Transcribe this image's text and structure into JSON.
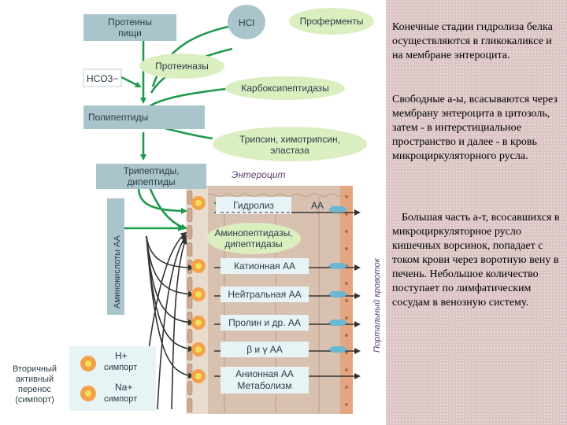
{
  "diagram": {
    "food_proteins": [
      "Протеины",
      "пищи"
    ],
    "hcl": "HCl",
    "proenzymes": "Проферменты",
    "hco3": "HCO3−",
    "proteinases": "Протеиназы",
    "carboxypeptidases": "Карбоксипептидазы",
    "polypeptides": "Полипептиды",
    "trypsin": [
      "Трипсин, химотрипсин,",
      "эластаза"
    ],
    "tripeptides": [
      "Трипептиды,",
      "дипептиды"
    ],
    "enterocyte": "Энтероцит",
    "hydrolysis": "Гидролиз",
    "aa": "АА",
    "aminopeptidases": [
      "Аминопептидазы,",
      "дипептидазы"
    ],
    "amino_acids_side": "Аминокислоты АА",
    "portal_blood": "Портальный кровоток",
    "transporters": [
      "Катионная АА",
      "Нейтральная АА",
      "Пролин и др. АА",
      "β и γ АА",
      "Анионная АА"
    ],
    "metabolism": "Метаболизм",
    "h_ion": "H+",
    "na_ion": "Na+",
    "symport": "симпорт",
    "secondary_transport": [
      "Вторичный",
      "активный",
      "перенос",
      "(симпорт)"
    ]
  },
  "text": {
    "p1": "Конечные стадии гидролиза белка осуществляются в гликокаликсе и на мембране энтероцита.",
    "p2": "Свободные а-ы, всасываются через мембрану энтероцита в цитозоль, затем - в интерстициальное пространство и далее - в кровь микроциркуляторного русла.",
    "p3": "Большая часть а-т, всосавшихся в микроциркуляторное русло кишечных ворсинок, попадает с током крови через воротную вену в печень. Небольшое количество поступает по лимфатическим сосудам в венозную систему."
  },
  "colors": {
    "box": "#aac4cc",
    "ellipse": "#dbeec0",
    "green_arrow": "#1f9a4c",
    "enterocyte_bg": "#d8c1b1",
    "transporter": "#6bb6d0",
    "pump": "#f4a24a",
    "pump_core": "#f3df5a",
    "panel_bg": "#dcc5c5"
  }
}
